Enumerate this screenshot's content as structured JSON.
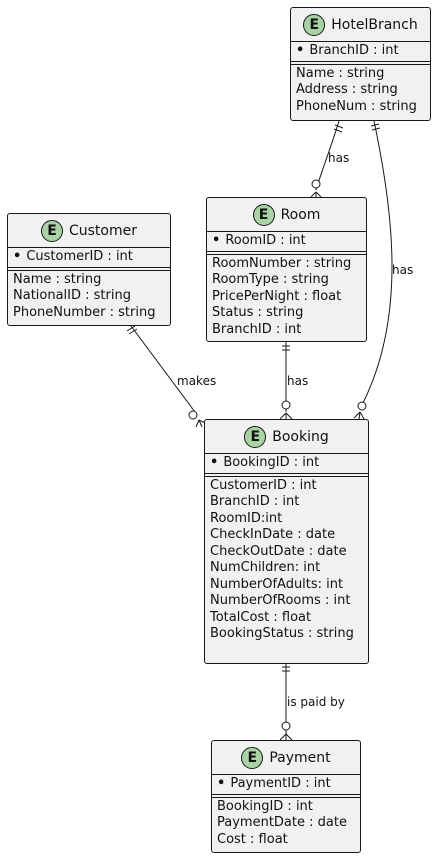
{
  "entity_icon_letter": "E",
  "entity_icon_color": "#a9d3a5",
  "entities": {
    "hotelbranch": {
      "name": "HotelBranch",
      "pk": [
        "BranchID : int"
      ],
      "attrs": [
        "Name : string",
        "Address : string",
        "PhoneNum : string"
      ]
    },
    "room": {
      "name": "Room",
      "pk": [
        "RoomID : int"
      ],
      "attrs": [
        "RoomNumber : string",
        "RoomType : string",
        "PricePerNight : float",
        "Status : string",
        "BranchID : int"
      ]
    },
    "customer": {
      "name": "Customer",
      "pk": [
        "CustomerID : int"
      ],
      "attrs": [
        "Name : string",
        "NationalID : string",
        "PhoneNumber : string"
      ]
    },
    "booking": {
      "name": "Booking",
      "pk": [
        "BookingID : int"
      ],
      "attrs": [
        "CustomerID : int",
        "BranchID : int",
        "RoomID:int",
        "CheckInDate : date",
        "CheckOutDate : date",
        "NumChildren: int",
        "NumberOfAdults: int",
        "NumberOfRooms : int",
        "TotalCost : float",
        "BookingStatus : string",
        ""
      ]
    },
    "payment": {
      "name": "Payment",
      "pk": [
        "PaymentID : int"
      ],
      "attrs": [
        "BookingID : int",
        "PaymentDate : date",
        "Cost : float"
      ]
    }
  },
  "relationships": [
    {
      "from": "hotelbranch",
      "to": "room",
      "label": "has"
    },
    {
      "from": "hotelbranch",
      "to": "booking",
      "label": "has"
    },
    {
      "from": "customer",
      "to": "booking",
      "label": "makes"
    },
    {
      "from": "room",
      "to": "booking",
      "label": "has"
    },
    {
      "from": "booking",
      "to": "payment",
      "label": "is paid by"
    }
  ]
}
